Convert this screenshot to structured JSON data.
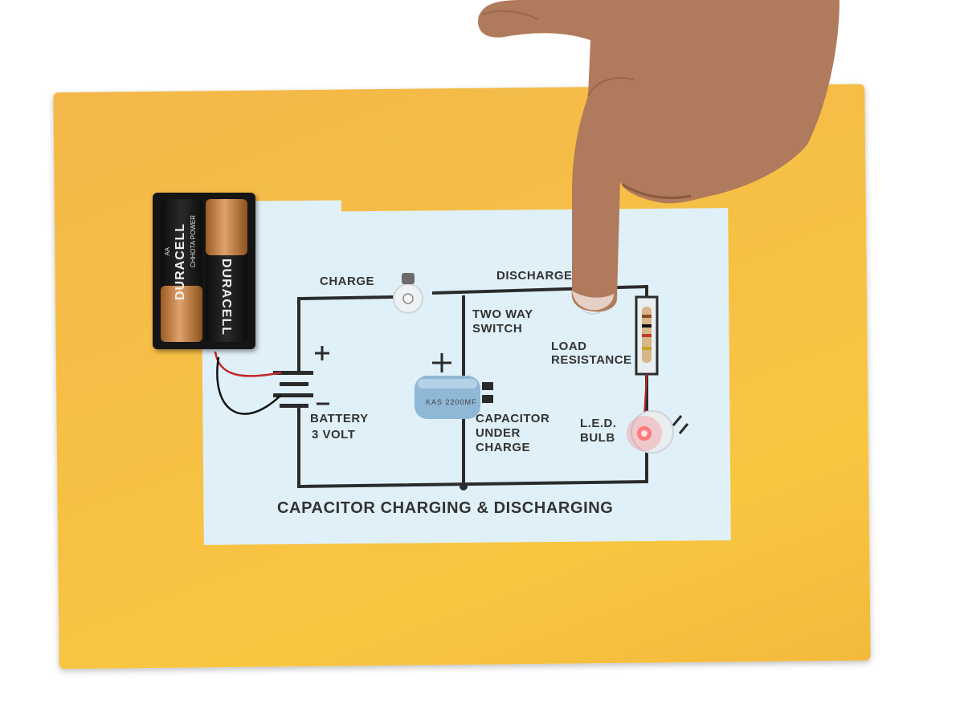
{
  "labels": {
    "charge": "CHARGE",
    "discharge": "DISCHARGE",
    "two_way_switch_1": "TWO WAY",
    "two_way_switch_2": "SWITCH",
    "load_resistance_1": "LOAD",
    "load_resistance_2": "RESISTANCE",
    "battery_1": "BATTERY",
    "battery_2": "3 VOLT",
    "capacitor_1": "CAPACITOR",
    "capacitor_2": "UNDER",
    "capacitor_3": "CHARGE",
    "led_1": "L.E.D.",
    "led_2": "BULB",
    "title": "CAPACITOR CHARGING & DISCHARGING"
  },
  "battery": {
    "brand": "DURACELL",
    "sub": "CHHOTA POWER",
    "size": "AA"
  },
  "capacitor_marking": "KAS 2200MF",
  "colors": {
    "board": "#f6bf45",
    "sheet": "#dff0f8",
    "wire_red": "#c62828",
    "wire_black": "#111111",
    "circuit_line": "#2b2b2b",
    "capacitor": "#8fb7d6",
    "led_glow": "#ff5a5a"
  }
}
